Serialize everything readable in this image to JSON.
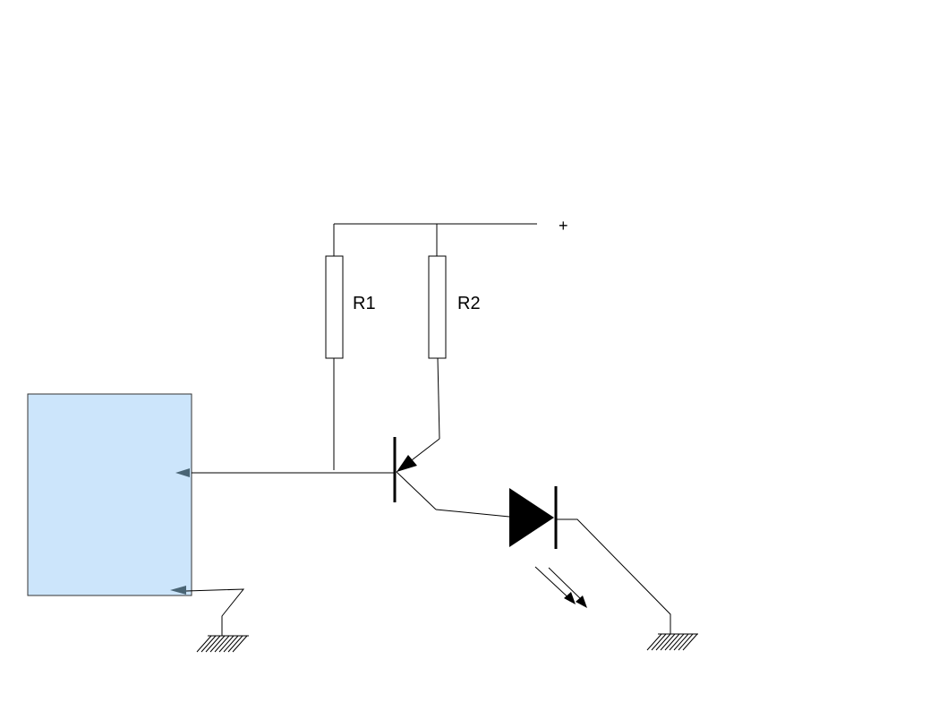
{
  "diagram": {
    "supply_label": "+",
    "resistors": [
      {
        "label": "R1"
      },
      {
        "label": "R2"
      }
    ],
    "colors": {
      "block_fill": "#cce5fb",
      "block_stroke": "#333333",
      "pin_arrow": "#4a6575",
      "wire": "#000000"
    },
    "components": [
      "microcontroller-block",
      "resistor-r1",
      "resistor-r2",
      "pnp-transistor",
      "led",
      "ground-symbol-left",
      "ground-symbol-right"
    ]
  }
}
